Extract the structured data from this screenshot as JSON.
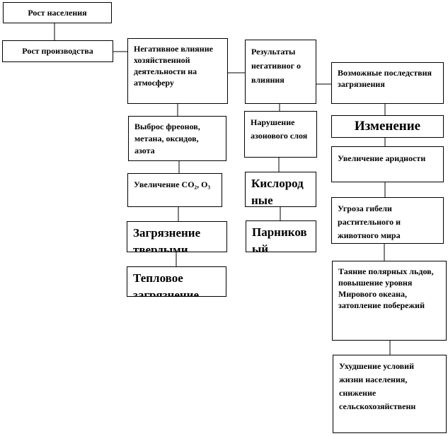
{
  "diagram": {
    "population_growth": "Рост населения",
    "production_growth": "Рост производства",
    "negative_impact": "Негативное влияние хозяйственной деятельности на атмосферу",
    "impact_results": "Результаты негативног о влияния",
    "possible_consequences": "Возможные последствия загрязнения",
    "emissions": "Выброс фреонов, метана, оксидов, азота",
    "co2_increase": "Увеличение CO₂, O₃",
    "solid_pollution": "Загрязнение твердыми",
    "thermal_pollution": "Тепловое загрязнение",
    "ozone_depletion": "Нарушение азонового слоя",
    "oxygen": "Кислород ные",
    "greenhouse": "Парников ый",
    "change": "Изменение",
    "aridity": "Увеличение аридности",
    "threat": "Угроза гибели растительного и животного мира",
    "ice_melting": "Таяние полярных льдов, повышение уровня Мирового океана, затопление побережий",
    "living_conditions": "Ухудшение условий жизни населения, снижение сельскохозяйственн"
  }
}
